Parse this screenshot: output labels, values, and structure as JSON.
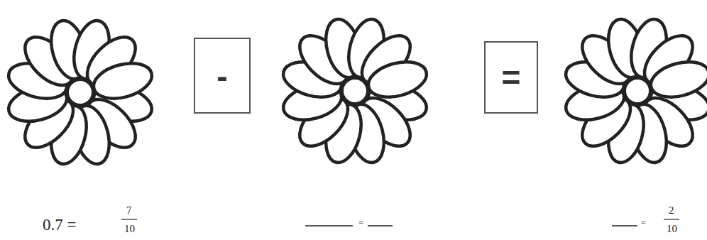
{
  "diagram": {
    "nodes": [
      {
        "text": [
          "-"
        ]
      },
      {
        "text": [
          "="
        ]
      }
    ],
    "labels": [
      "0.7 =",
      "7",
      "10",
      "=",
      "=",
      "2",
      "10"
    ]
  }
}
